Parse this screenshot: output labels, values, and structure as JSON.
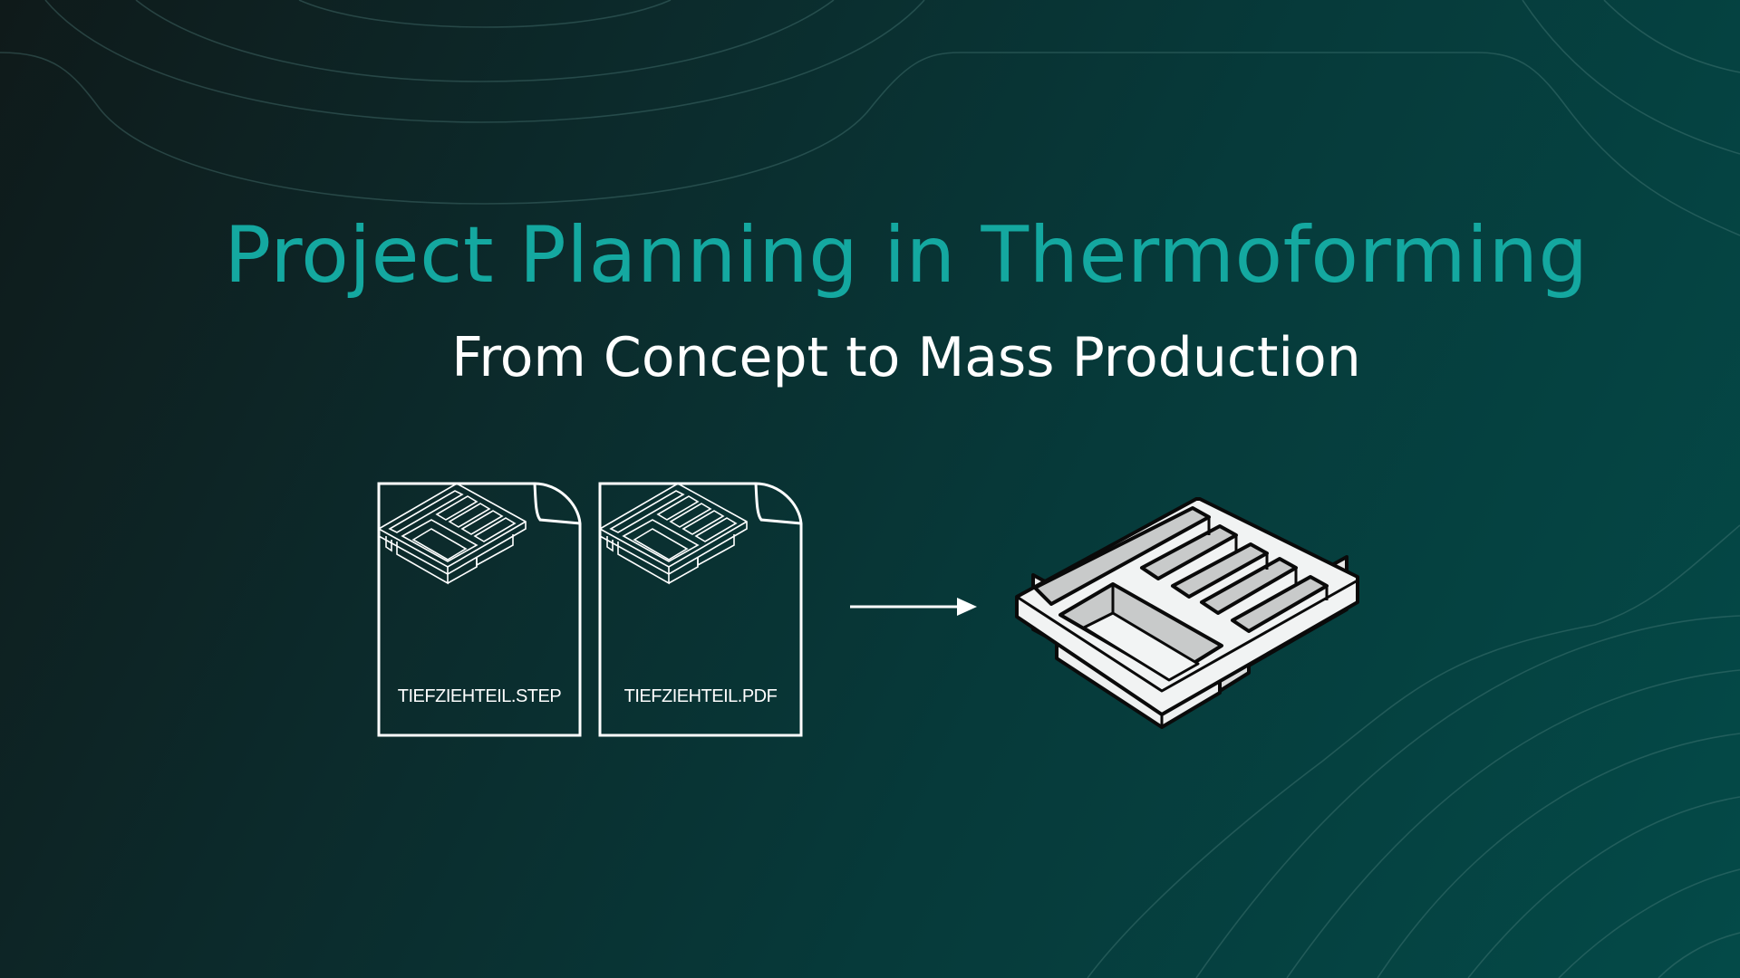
{
  "slide": {
    "title": "Project Planning in Thermoforming",
    "subtitle": "From Concept to Mass Production",
    "colors": {
      "title": "#14a8a0",
      "subtitle": "#ffffff",
      "background_start": "#0f1a1a",
      "background_end": "#044a48"
    }
  },
  "files": [
    {
      "name": "TIEFZIEHTEIL.STEP",
      "icon": "cad-file-icon"
    },
    {
      "name": "TIEFZIEHTEIL.PDF",
      "icon": "pdf-file-icon"
    }
  ],
  "flow": {
    "arrow_icon": "arrow-right-icon",
    "result_icon": "thermoformed-tray-icon"
  }
}
